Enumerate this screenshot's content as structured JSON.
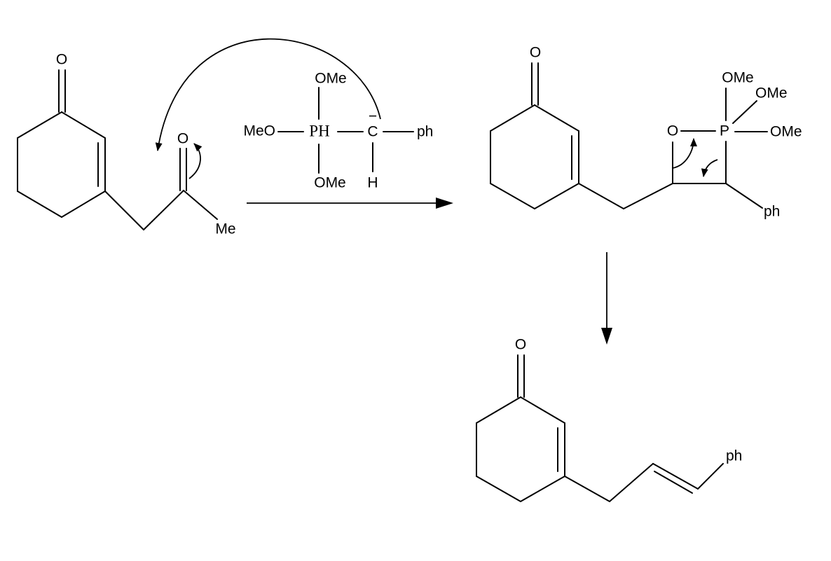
{
  "colors": {
    "ink": "#000000",
    "background": "#ffffff"
  },
  "reactant": {
    "ring_oxygen": "O",
    "ketone_oxygen": "O",
    "methyl": "Me"
  },
  "reagent": {
    "top_methoxy": "OMe",
    "left_methoxy": "MeO",
    "phosphorus": "PH",
    "bottom_methoxy": "OMe",
    "carbanion": "C",
    "charge": "−",
    "hydrogen": "H",
    "phenyl": "ph"
  },
  "intermediate": {
    "ring_oxygen": "O",
    "ring_o": "O",
    "phosphorus": "P",
    "methoxy_1": "OMe",
    "methoxy_2": "OMe",
    "methoxy_3": "OMe",
    "phenyl": "ph"
  },
  "product": {
    "ring_oxygen": "O",
    "phenyl": "ph"
  }
}
